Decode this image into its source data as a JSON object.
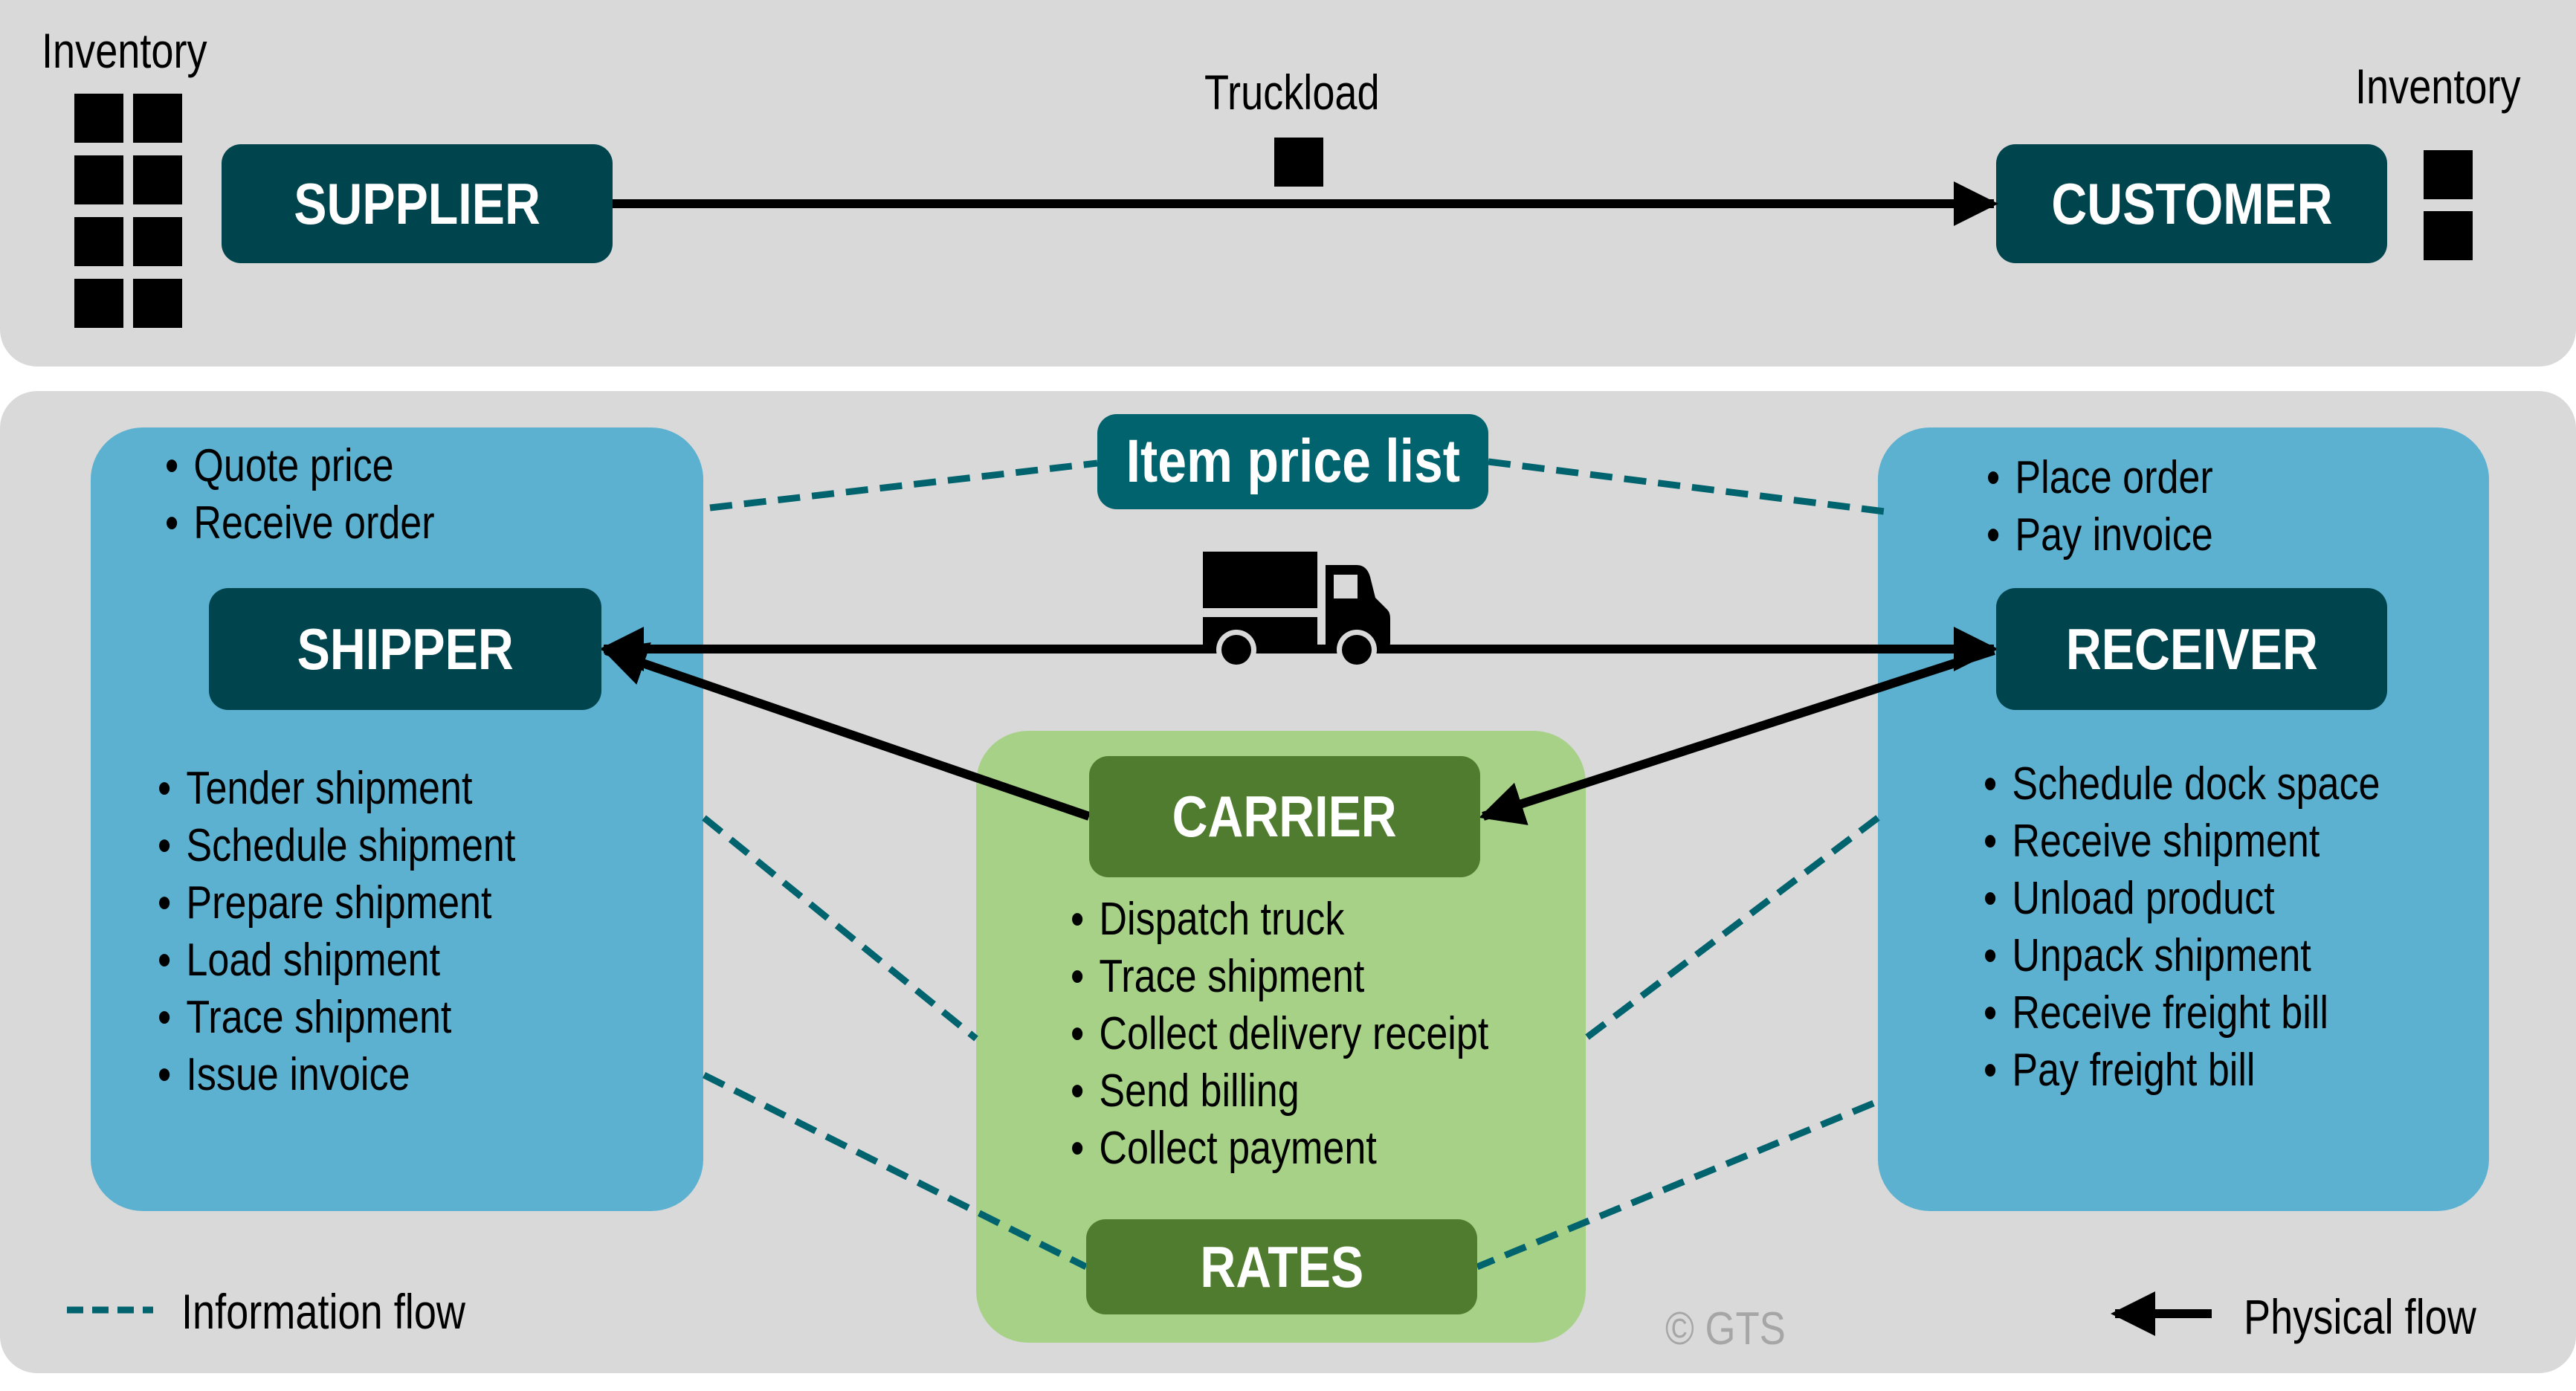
{
  "top_flow": {
    "supplier_label": "SUPPLIER",
    "customer_label": "CUSTOMER",
    "truckload_label": "Truckload",
    "supplier_inventory_label": "Inventory",
    "customer_inventory_label": "Inventory",
    "supplier_inventory_units": 8,
    "customer_inventory_units": 2
  },
  "shipper": {
    "label": "SHIPPER",
    "top_tasks": [
      "Quote price",
      "Receive order"
    ],
    "bottom_tasks": [
      "Tender shipment",
      "Schedule shipment",
      "Prepare shipment",
      "Load shipment",
      "Trace shipment",
      "Issue invoice"
    ]
  },
  "receiver": {
    "label": "RECEIVER",
    "top_tasks": [
      "Place order",
      "Pay invoice"
    ],
    "bottom_tasks": [
      "Schedule dock space",
      "Receive shipment",
      "Unload product",
      "Unpack shipment",
      "Receive freight bill",
      "Pay freight bill"
    ]
  },
  "carrier": {
    "label": "CARRIER",
    "tasks": [
      "Dispatch truck",
      "Trace shipment",
      "Collect delivery receipt",
      "Send billing",
      "Collect payment"
    ],
    "rates_label": "RATES"
  },
  "item_price_list_label": "Item price list",
  "legend": {
    "information_flow": "Information flow",
    "physical_flow": "Physical flow"
  },
  "copyright": "© GTS",
  "colors": {
    "dark_teal": "#00444d",
    "teal": "#00636e",
    "blue_panel": "#5cb1d0",
    "green_panel": "#a6d186",
    "dark_green": "#507c2f",
    "panel_gray": "#d9d9d9",
    "info_flow_line": "#00636e"
  }
}
